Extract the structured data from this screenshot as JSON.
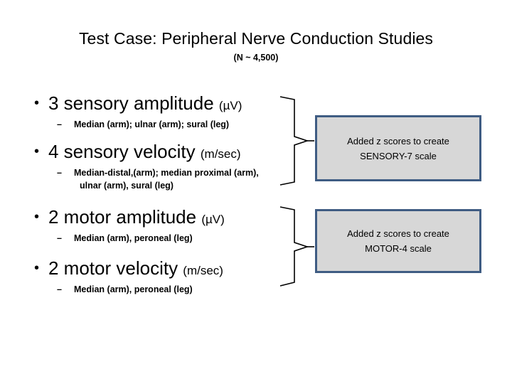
{
  "slide": {
    "title": "Test Case: Peripheral Nerve Conduction Studies",
    "subtitle": "(N ~ 4,500)"
  },
  "bullets": [
    {
      "marker": "•",
      "text": "3 sensory amplitude ",
      "unit": "(µV)",
      "sub_marker": "–",
      "sub_text": "Median (arm); ulnar (arm); sural (leg)",
      "sub_text_cont": ""
    },
    {
      "marker": "•",
      "text": "4 sensory velocity ",
      "unit": "(m/sec)",
      "sub_marker": "–",
      "sub_text": "Median-distal,(arm); median proximal (arm),",
      "sub_text_cont": "ulnar (arm), sural (leg)"
    },
    {
      "marker": "•",
      "text": "2 motor amplitude ",
      "unit": "(µV)",
      "sub_marker": "–",
      "sub_text": "Median (arm), peroneal (leg)",
      "sub_text_cont": ""
    },
    {
      "marker": "•",
      "text": "2 motor velocity ",
      "unit": "(m/sec)",
      "sub_marker": "–",
      "sub_text": "Median (arm), peroneal (leg)",
      "sub_text_cont": ""
    }
  ],
  "callouts": [
    {
      "line1": "Added z scores to create",
      "line2": "SENSORY-7 scale"
    },
    {
      "line1": "Added z scores to create",
      "line2": "MOTOR-4 scale"
    }
  ],
  "colors": {
    "box_border": "#3f5c83",
    "box_fill": "#d7d7d7",
    "text": "#000000",
    "background": "#ffffff"
  }
}
